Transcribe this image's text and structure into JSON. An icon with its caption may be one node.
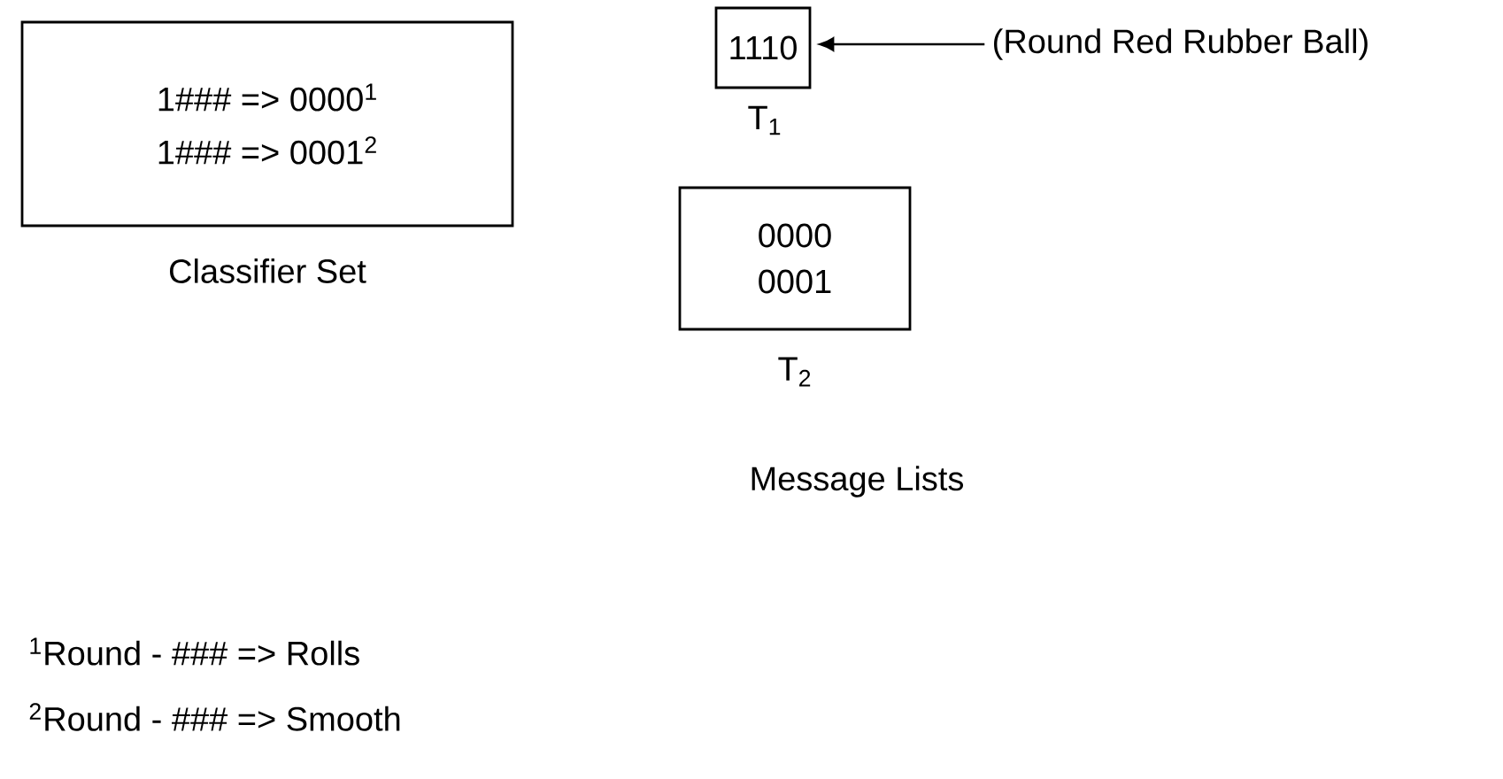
{
  "diagram": {
    "nodes": [
      {
        "text": [
          "1### => 0000$^{1}$",
          "1### => 0001$^{2}$"
        ],
        "beside": [
          "Classifier Set"
        ]
      },
      {
        "text": [
          "1110"
        ],
        "beside": [
          "T$_{1}$"
        ]
      },
      {
        "text": [
          "(Round Red Rubber Ball)"
        ]
      },
      {
        "text": [
          "0000 0001"
        ],
        "beside": [
          "T$_{2}$"
        ]
      }
    ],
    "edges": [
      {
        "from": 2,
        "to": 1,
        "arrow": "to"
      }
    ],
    "labels": [
      "Message Lists",
      "$^{1}$Round - ### => Rolls",
      "$^{2}$Round - ### => Smooth"
    ]
  }
}
